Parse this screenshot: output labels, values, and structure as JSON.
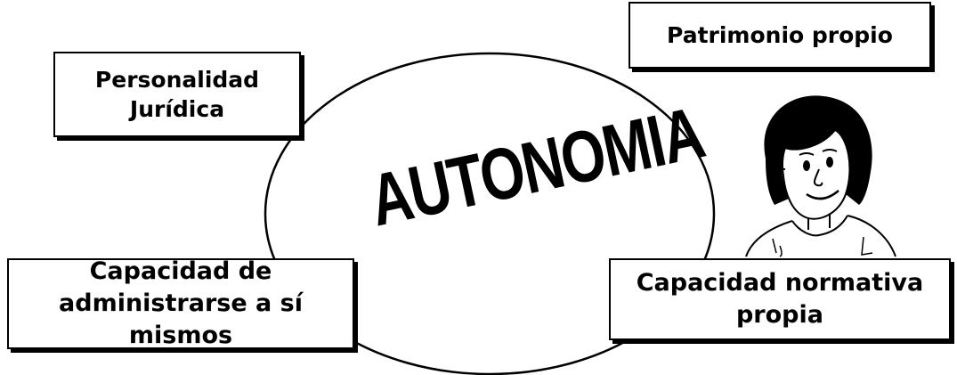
{
  "diagram": {
    "center_label": "AUTONOMIA",
    "boxes": {
      "personalidad": [
        "Personalidad",
        "Jurídica"
      ],
      "patrimonio": [
        "Patrimonio propio"
      ],
      "administrarse": [
        "Capacidad de",
        "administrarse a sí mismos"
      ],
      "normativa": [
        "Capacidad normativa",
        "propia"
      ]
    },
    "illustration_icon": "girl-portrait-icon"
  }
}
